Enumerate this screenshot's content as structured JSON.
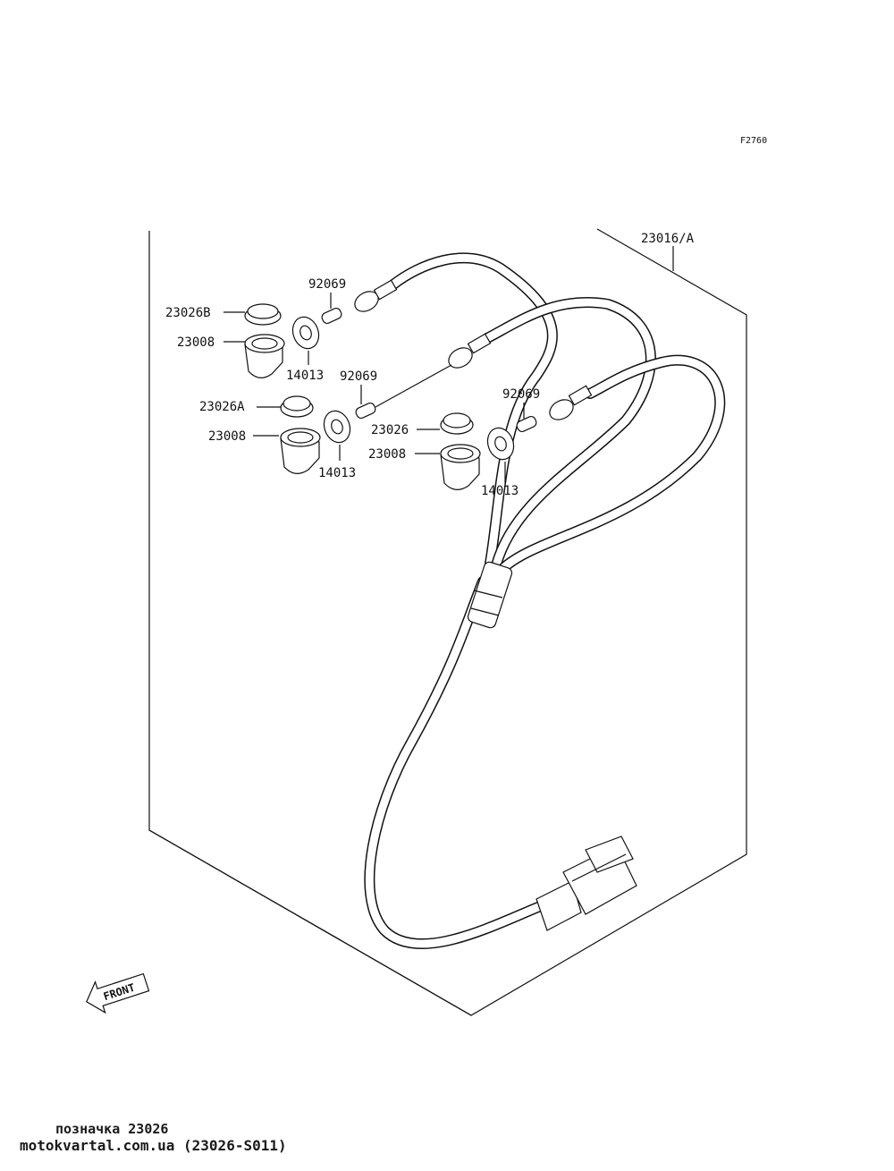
{
  "diagram": {
    "figure_id": "F2760",
    "parts": [
      {
        "key": "harness",
        "label": "23016/A"
      },
      {
        "key": "cap_b",
        "label": "23026B"
      },
      {
        "key": "socket_1",
        "label": "23008"
      },
      {
        "key": "grommet_1",
        "label": "14013"
      },
      {
        "key": "bulb_1",
        "label": "92069"
      },
      {
        "key": "cap_a",
        "label": "23026A"
      },
      {
        "key": "socket_2",
        "label": "23008"
      },
      {
        "key": "grommet_2",
        "label": "14013"
      },
      {
        "key": "bulb_2",
        "label": "92069"
      },
      {
        "key": "cap",
        "label": "23026"
      },
      {
        "key": "socket_3",
        "label": "23008"
      },
      {
        "key": "grommet_3",
        "label": "14013"
      },
      {
        "key": "bulb_3",
        "label": "92069"
      }
    ],
    "front_marker": "FRONT"
  },
  "footer": {
    "caption": "позначка 23026",
    "source": "motokvartal.com.ua (23026-S011)"
  }
}
